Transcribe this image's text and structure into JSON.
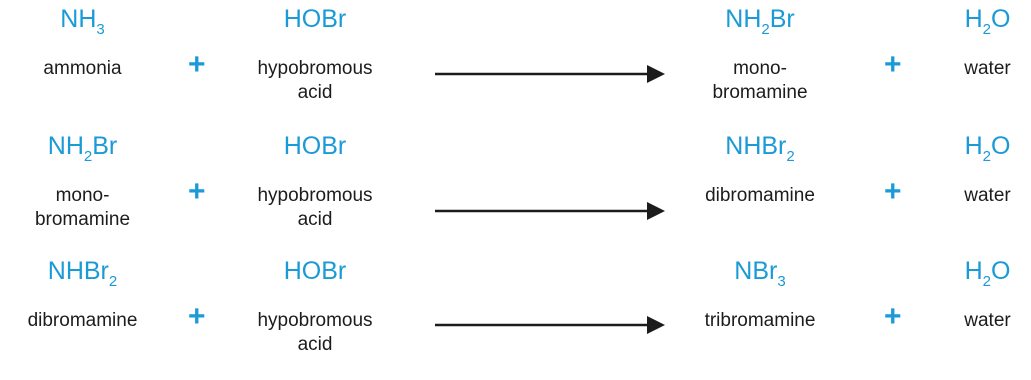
{
  "colors": {
    "formula": "#1a9ad6",
    "text": "#1c1c1c",
    "arrow": "#1c1c1c"
  },
  "plus_sign": "+",
  "reactions": [
    {
      "reactant1": {
        "formula_main": "NH",
        "formula_sub": "3",
        "formula_rest": "",
        "name_lines": [
          "ammonia"
        ]
      },
      "reactant2": {
        "formula_main": "HOBr",
        "formula_sub": "",
        "formula_rest": "",
        "name_lines": [
          "hypobromous",
          "acid"
        ]
      },
      "product1": {
        "formula_main": "NH",
        "formula_sub": "2",
        "formula_rest": "Br",
        "name_lines": [
          "mono-",
          "bromamine"
        ]
      },
      "product2": {
        "formula_main": "H",
        "formula_sub": "2",
        "formula_rest": "O",
        "name_lines": [
          "water"
        ]
      }
    },
    {
      "reactant1": {
        "formula_main": "NH",
        "formula_sub": "2",
        "formula_rest": "Br",
        "name_lines": [
          "mono-",
          "bromamine"
        ]
      },
      "reactant2": {
        "formula_main": "HOBr",
        "formula_sub": "",
        "formula_rest": "",
        "name_lines": [
          "hypobromous",
          "acid"
        ]
      },
      "product1": {
        "formula_main": "NHBr",
        "formula_sub": "2",
        "formula_rest": "",
        "name_lines": [
          "dibromamine"
        ]
      },
      "product2": {
        "formula_main": "H",
        "formula_sub": "2",
        "formula_rest": "O",
        "name_lines": [
          "water"
        ]
      }
    },
    {
      "reactant1": {
        "formula_main": "NHBr",
        "formula_sub": "2",
        "formula_rest": "",
        "name_lines": [
          "dibromamine"
        ]
      },
      "reactant2": {
        "formula_main": "HOBr",
        "formula_sub": "",
        "formula_rest": "",
        "name_lines": [
          "hypobromous",
          "acid"
        ]
      },
      "product1": {
        "formula_main": "NBr",
        "formula_sub": "3",
        "formula_rest": "",
        "name_lines": [
          "tribromamine"
        ]
      },
      "product2": {
        "formula_main": "H",
        "formula_sub": "2",
        "formula_rest": "O",
        "name_lines": [
          "water"
        ]
      }
    }
  ]
}
